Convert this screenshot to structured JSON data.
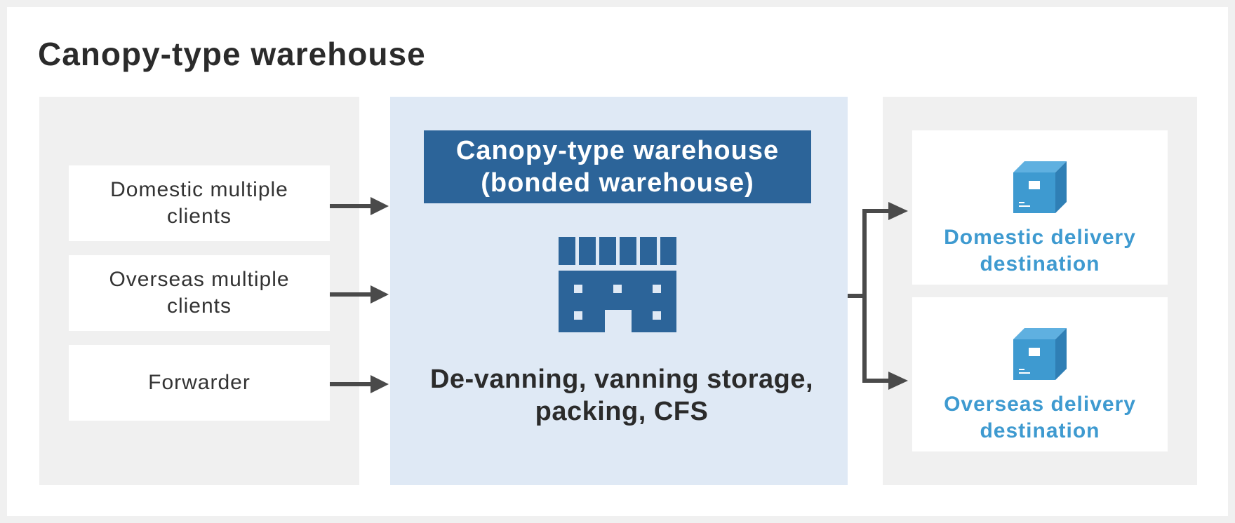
{
  "title": "Canopy-type warehouse",
  "clients": [
    {
      "label": "Domestic multiple clients"
    },
    {
      "label": "Overseas multiple clients"
    },
    {
      "label": "Forwarder"
    }
  ],
  "warehouse": {
    "title": "Canopy-type warehouse (bonded warehouse)",
    "icon": "warehouse-building-icon",
    "services": "De-vanning, vanning storage, packing, CFS"
  },
  "destinations": [
    {
      "label": "Domestic delivery destination",
      "icon": "package-box-icon"
    },
    {
      "label": "Overseas delivery destination",
      "icon": "package-box-icon"
    }
  ],
  "colors": {
    "header_blue": "#2c6499",
    "center_panel": "#dfe9f5",
    "destination_text": "#3e9ad0",
    "arrow": "#4a4a4a",
    "side_panel": "#f0f0f0"
  }
}
